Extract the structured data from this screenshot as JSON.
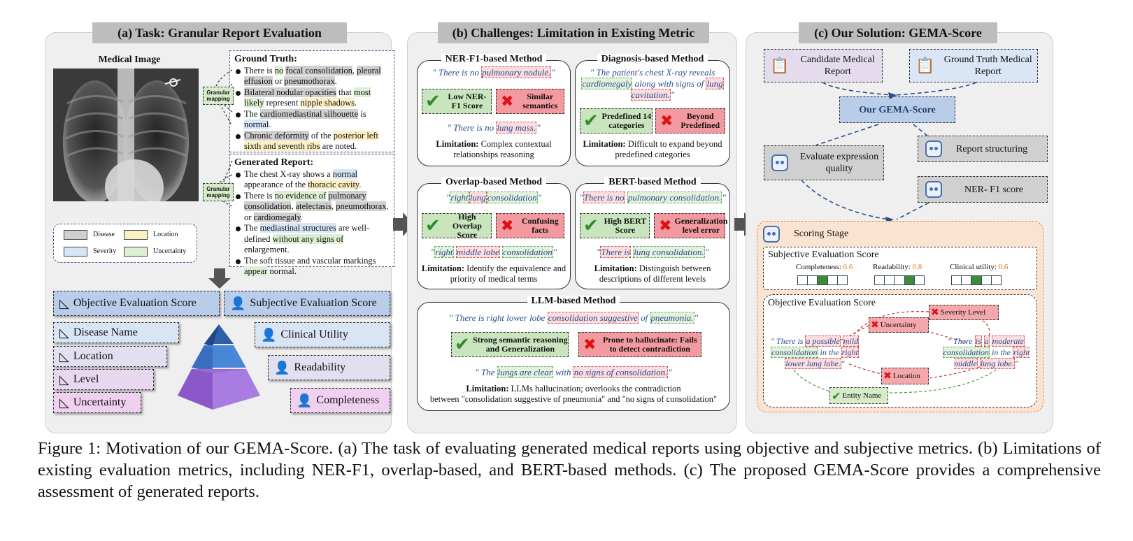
{
  "panel_a": {
    "title": "(a) Task: Granular Report Evaluation",
    "image_label": "Medical Image",
    "mapping_label": "Granular mapping",
    "ground_truth": {
      "heading": "Ground Truth:",
      "items": [
        [
          [
            "There is ",
            ""
          ],
          [
            "no",
            "u"
          ],
          [
            " ",
            ""
          ],
          [
            "focal consolidation",
            "d"
          ],
          [
            ", ",
            ""
          ],
          [
            "pleural effusion",
            "d"
          ],
          [
            " or ",
            ""
          ],
          [
            "pneumothorax",
            "d"
          ],
          [
            ".",
            ""
          ]
        ],
        [
          [
            "Bilateral nodular opacities",
            "d"
          ],
          [
            " that ",
            ""
          ],
          [
            "most likely",
            "u"
          ],
          [
            " represent ",
            ""
          ],
          [
            "nipple shadows",
            "l"
          ],
          [
            ".",
            ""
          ]
        ],
        [
          [
            "The ",
            ""
          ],
          [
            "cardiomediastinal silhouette",
            "d"
          ],
          [
            " is ",
            ""
          ],
          [
            "normal",
            "s"
          ],
          [
            ".",
            ""
          ]
        ],
        [
          [
            "Chronic deformity",
            "d"
          ],
          [
            " of the ",
            ""
          ],
          [
            "posterior left sixth and seventh ribs",
            "l"
          ],
          [
            " are noted.",
            ""
          ]
        ]
      ]
    },
    "generated_report": {
      "heading": "Generated Report:",
      "items": [
        [
          [
            "The chest X-ray shows a ",
            ""
          ],
          [
            "normal",
            "s"
          ],
          [
            " appearance of the ",
            ""
          ],
          [
            "thoracic cavity",
            "l"
          ],
          [
            ".",
            ""
          ]
        ],
        [
          [
            "There is ",
            ""
          ],
          [
            "no evidence of",
            "u"
          ],
          [
            " ",
            ""
          ],
          [
            "pulmonary consolidation",
            "d"
          ],
          [
            ", ",
            ""
          ],
          [
            "atelectasis",
            "d"
          ],
          [
            ", ",
            ""
          ],
          [
            "pneumothorax",
            "d"
          ],
          [
            ", or ",
            ""
          ],
          [
            "cardiomegaly",
            "d"
          ],
          [
            ".",
            ""
          ]
        ],
        [
          [
            "The ",
            ""
          ],
          [
            "mediastinal structures",
            "s"
          ],
          [
            " are well-defined ",
            ""
          ],
          [
            "without any signs of",
            "u"
          ],
          [
            " enlargement.",
            ""
          ]
        ],
        [
          [
            "The soft tissue and vascular markings ",
            ""
          ],
          [
            "appear",
            "u"
          ],
          [
            " normal.",
            ""
          ]
        ]
      ]
    },
    "legend": {
      "disease": "Disease",
      "location": "Location",
      "severity": "Severity",
      "uncertainty": "Uncertainty"
    },
    "objective_title": "Objective Evaluation Score",
    "subjective_title": "Subjective Evaluation Score",
    "objective_items": [
      "Disease Name",
      "Location",
      "Level",
      "Uncertainty"
    ],
    "subjective_items": [
      "Clinical Utility",
      "Readability",
      "Completeness"
    ]
  },
  "panel_b": {
    "title": "(b) Challenges: Limitation in Existing Metric",
    "limitation_word": "Limitation:",
    "ner": {
      "title": "NER-F1-based Method",
      "q1_pre": "\" There is no ",
      "q1_hl": "pulmonary nodule.",
      "q1_post": "\"",
      "good": "Low NER-F1 Score",
      "bad": "Similar semantics",
      "q2_pre": "\" There is no ",
      "q2_hl": "lung mass.",
      "q2_post": "\"",
      "limitation": "Complex contextual relationships reasoning"
    },
    "diag": {
      "title": "Diagnosis-based Method",
      "q_line1": "\" The patient's chest X-ray reveals",
      "q_a": "cardiomegaly",
      "q_mid": " along with signs of ",
      "q_b": "lung",
      "q_c": "cavitation.",
      "q_end": "\"",
      "good": "Predefined 14 categories",
      "bad": "Beyond Predefined",
      "limitation": "Difficult to expand beyond predefined categories"
    },
    "overlap": {
      "title": "Overlap-based Method",
      "q1_open": "\"",
      "q1_a": "right",
      "q1_b": "lung",
      "q1_c": "consolidation",
      "q1_close": "\"",
      "good": "High Overlap Score",
      "bad": "Confusing facts",
      "q2_open": "\"",
      "q2_a": "right",
      "q2_b": "middle lobe",
      "q2_c": "consolidation",
      "q2_close": "\"",
      "limitation": "Identify the equivalence and priority of medical terms"
    },
    "bert": {
      "title": "BERT-based Method",
      "q1_open": "\"",
      "q1_a": "There is no",
      "q1_b": "pulmonary consolidation.",
      "q1_close": "\"",
      "good": "High BERT Score",
      "bad": "Generalization level error",
      "q2_open": "\"",
      "q2_a": "There is",
      "q2_b": "lung consolidation.",
      "q2_close": "\"",
      "limitation": "Distinguish between descriptions of different levels"
    },
    "llm": {
      "title": "LLM-based Method",
      "q1_pre": "\" There is right lower lobe ",
      "q1_a": "consolidation suggestive",
      "q1_mid": " of ",
      "q1_b": "pneumonia.",
      "q1_close": "\"",
      "good": "Strong semantic reasoning and Generalization",
      "bad": "Prone to hallucinate: Fails to detect contradiction",
      "q2_pre": "\" The ",
      "q2_a": "lungs are clear",
      "q2_mid": " with ",
      "q2_b": "no signs of consolidation.",
      "q2_close": "\"",
      "limitation_1": "LLMs hallucination; overlooks the contradiction",
      "limitation_2": "between \"consolidation suggestive of pneumonia\" and \"no signs of consolidation\""
    }
  },
  "panel_c": {
    "title": "(c) Our Solution: GEMA-Score",
    "candidate": "Candidate Medical Report",
    "ground_truth": "Ground Truth Medical Report",
    "gema": "Our GEMA-Score",
    "evaluate": "Evaluate expression quality",
    "structuring": "Report structuring",
    "ner": "NER- F1 score",
    "scoring_stage": "Scoring Stage",
    "subjective_title": "Subjective Evaluation Score",
    "completeness_label": "Completeness:",
    "completeness_value": "0.6",
    "readability_label": "Readability:",
    "readability_value": "0.8",
    "utility_label": "Clinical utility:",
    "utility_value": "0.6",
    "objective_title": "Objective Evaluation Score",
    "severity": "Severity Level",
    "uncertainty": "Uncertainty",
    "location": "Location",
    "entity": "Entity Name",
    "left_quote": {
      "open": "\" There is",
      "a": "a possible",
      "b": "mild",
      "c": "consolidation",
      "d": " in the ",
      "e": "right",
      "f": "lower lung lobe.",
      "close": "\""
    },
    "right_quote": {
      "open": "\" There",
      "a": "is",
      "b": "a",
      "c": "moderate",
      "d": "consolidation",
      "e": " in the ",
      "f": "right middle",
      "g": "lung lobe.",
      "close": "\""
    }
  },
  "caption": "Figure 1: Motivation of our GEMA-Score. (a) The task of evaluating generated medical reports using objective and subjective metrics. (b) Limitations of existing evaluation metrics, including NER-F1, overlap-based, and BERT-based methods. (c) The proposed GEMA-Score provides a comprehensive assessment of generated reports.",
  "colors": {
    "disease": "#cfcfcf",
    "location": "#fbefc4",
    "severity": "#d6e6f7",
    "uncertainty": "#dcefd2",
    "good": "#c9e5bd",
    "bad": "#f39aa0",
    "gema": "#b9cdeb"
  }
}
